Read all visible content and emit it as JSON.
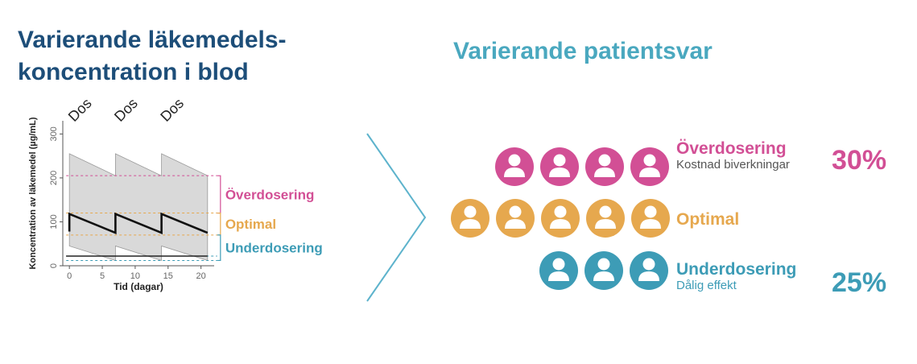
{
  "left_title": "Varierande läkemedels-\n koncentration i blod",
  "right_title": "Varierande patientsvar",
  "colors": {
    "overdose": "#d24f95",
    "optimal": "#e6a84e",
    "underdose": "#3d9cb6",
    "title_dark": "#1d4e79",
    "title_light": "#4aa8bf",
    "band": "#d9d9d9",
    "chevron": "#5db3cc"
  },
  "chart_data": {
    "type": "area",
    "xlabel": "Tid (dagar)",
    "ylabel": "Koncentration av läkemedel (µg/mL)",
    "xlim": [
      -1,
      22
    ],
    "ylim": [
      0,
      330
    ],
    "x_ticks": [
      0,
      5,
      10,
      15,
      20
    ],
    "y_ticks": [
      0,
      100,
      200,
      300
    ],
    "dose_label": "Dos",
    "doses": [
      0,
      7,
      14
    ],
    "band_upper": [
      [
        0,
        255
      ],
      [
        7,
        205
      ],
      [
        7,
        255
      ],
      [
        14,
        205
      ],
      [
        14,
        255
      ],
      [
        21,
        205
      ]
    ],
    "band_lower": [
      [
        0,
        45
      ],
      [
        7,
        12
      ],
      [
        7,
        45
      ],
      [
        14,
        12
      ],
      [
        14,
        45
      ],
      [
        21,
        12
      ]
    ],
    "median_line": [
      [
        0,
        78
      ],
      [
        0,
        118
      ],
      [
        7,
        75
      ],
      [
        7,
        118
      ],
      [
        14,
        75
      ],
      [
        14,
        118
      ],
      [
        21,
        75
      ]
    ],
    "thresholds": [
      {
        "value": 205,
        "color_key": "overdose"
      },
      {
        "value": 120,
        "color_key": "optimal"
      },
      {
        "value": 70,
        "color_key": "optimal"
      },
      {
        "value": 22,
        "color_key": "underdose"
      },
      {
        "value": 12,
        "color_key": "underdose"
      }
    ],
    "zones": [
      {
        "label": "Överdosering",
        "from": 120,
        "to": 205,
        "color_key": "overdose"
      },
      {
        "label": "Optimal",
        "from": 70,
        "to": 120,
        "color_key": "optimal"
      },
      {
        "label": "Underdosering",
        "from": 12,
        "to": 70,
        "color_key": "underdose"
      }
    ]
  },
  "groups": [
    {
      "key": "overdose",
      "label": "Överdosering",
      "sublabel": "Kostnad biverkningar",
      "percent": "30%",
      "people": 4
    },
    {
      "key": "optimal",
      "label": "Optimal",
      "sublabel": "",
      "percent": "",
      "people": 5
    },
    {
      "key": "underdose",
      "label": "Underdosering",
      "sublabel": "Dålig effekt",
      "percent": "25%",
      "people": 3
    }
  ]
}
